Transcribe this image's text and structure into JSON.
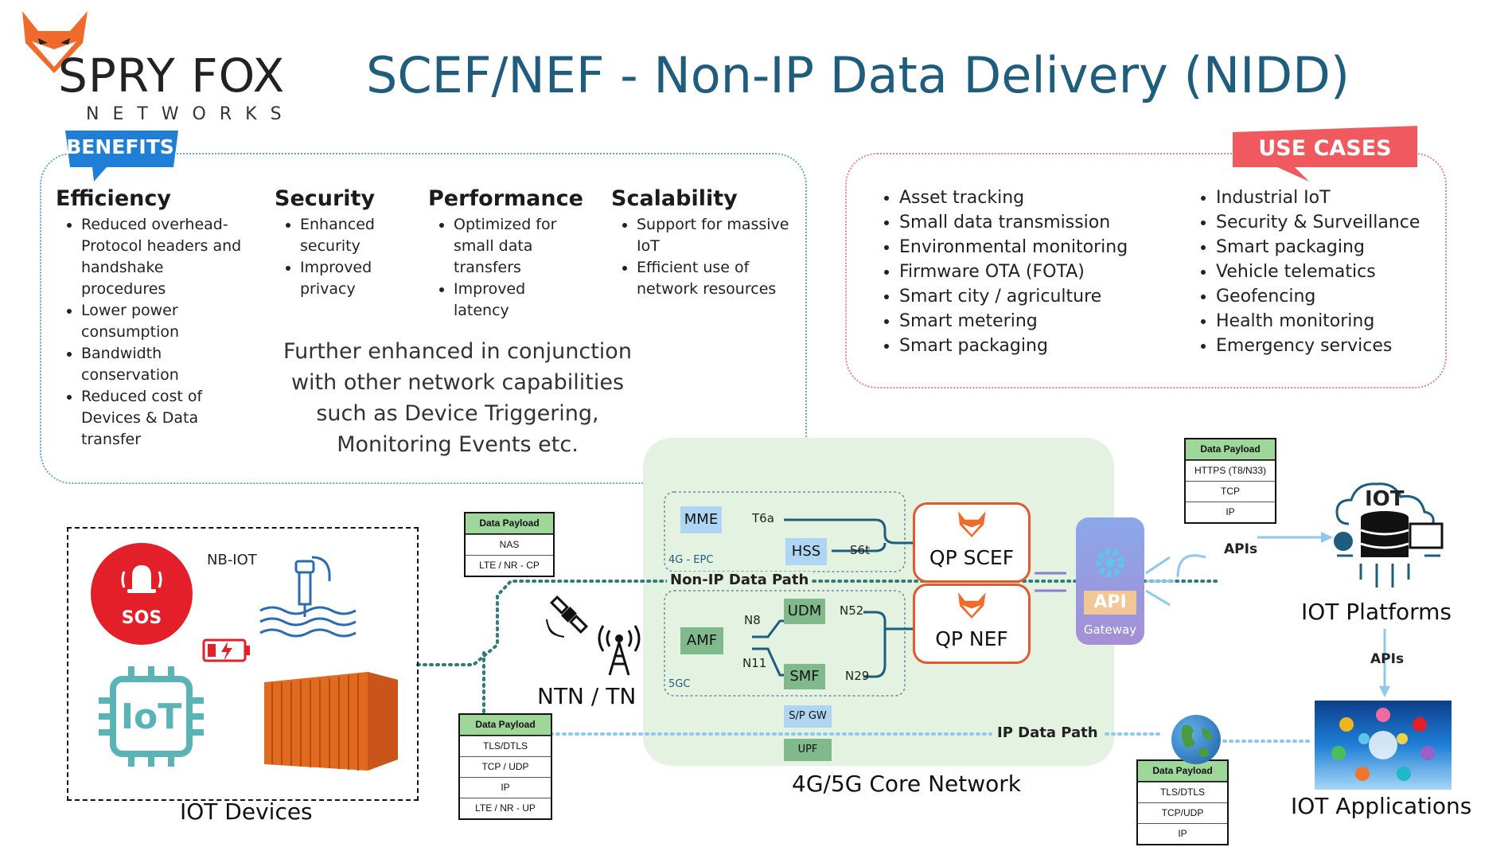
{
  "brand": {
    "name": "SPRY FOX",
    "sub": "NETWORKS"
  },
  "title": "SCEF/NEF  - Non-IP Data Delivery (NIDD)",
  "benefits": {
    "tag": "BENEFITS",
    "columns": [
      {
        "heading": "Efficiency",
        "items": [
          "Reduced overhead-Protocol headers and handshake procedures",
          "Lower power consumption",
          "Bandwidth conservation",
          "Reduced cost of Devices & Data transfer"
        ]
      },
      {
        "heading": "Security",
        "items": [
          "Enhanced security",
          "Improved privacy"
        ]
      },
      {
        "heading": "Performance",
        "items": [
          "Optimized for small data transfers",
          "Improved latency"
        ]
      },
      {
        "heading": "Scalability",
        "items": [
          "Support for massive IoT",
          "Efficient use of network resources"
        ]
      }
    ],
    "further": "Further enhanced in conjunction with other network capabilities such as Device Triggering, Monitoring Events etc."
  },
  "use_cases": {
    "tag": "USE CASES",
    "left": [
      "Asset tracking",
      "Small data transmission",
      "Environmental monitoring",
      "Firmware OTA (FOTA)",
      "Smart city / agriculture",
      "Smart metering",
      "Smart packaging"
    ],
    "right": [
      "Industrial IoT",
      "Security & Surveillance",
      "Smart packaging",
      "Vehicle telematics",
      "Geofencing",
      "Health monitoring",
      "Emergency services"
    ]
  },
  "devices": {
    "label": "IOT Devices",
    "nbiot": "NB-IOT",
    "sos": "SOS",
    "iot_chip": "IoT"
  },
  "stacks": {
    "nas": [
      "Data Payload",
      "NAS",
      "LTE / NR - CP"
    ],
    "up": [
      "Data Payload",
      "TLS/DTLS",
      "TCP / UDP",
      "IP",
      "LTE / NR - UP"
    ],
    "api": [
      "Data Payload",
      "HTTPS (T8/N33)",
      "TCP",
      "IP"
    ],
    "app": [
      "Data Payload",
      "TLS/DTLS",
      "TCP/UDP",
      "IP"
    ]
  },
  "ntn": "NTN / TN",
  "core": {
    "label": "4G/5G Core Network",
    "epc_label": "4G - EPC",
    "fivegc_label": "5GC",
    "mme": "MME",
    "hss": "HSS",
    "amf": "AMF",
    "udm": "UDM",
    "smf": "SMF",
    "spgw": "S/P GW",
    "upf": "UPF",
    "if_t6a": "T6a",
    "if_s6t": "S6t",
    "if_n8": "N8",
    "if_n11": "N11",
    "if_n52": "N52",
    "if_n29": "N29",
    "scef": "QP SCEF",
    "nef": "QP NEF"
  },
  "paths": {
    "non_ip": "Non-IP Data Path",
    "ip": "IP  Data Path"
  },
  "gateway": {
    "api": "API",
    "label": "Gateway"
  },
  "apis_label_1": "APIs",
  "apis_label_2": "APIs",
  "iot_cloud": "IOT",
  "platforms": "IOT Platforms",
  "applications": "IOT Applications",
  "colors": {
    "title": "#1f5d7e",
    "benefits_tag": "#1f7fd6",
    "usecase_tag": "#f05a5e",
    "core_bg": "#e4f2e1",
    "qp_border": "#e05a2b",
    "path_dots": "#2f7d7a"
  }
}
